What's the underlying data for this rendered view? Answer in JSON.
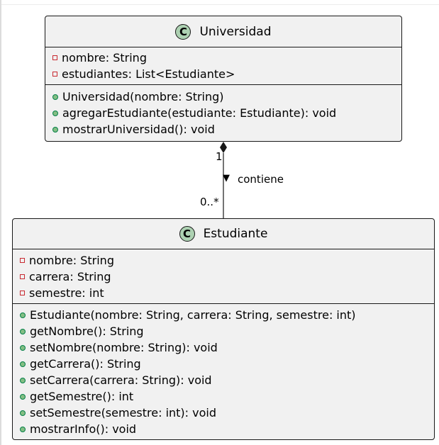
{
  "diagram": {
    "classes": [
      {
        "id": "universidad",
        "icon": "C",
        "name": "Universidad",
        "attributes": [
          {
            "visibility": "private",
            "text": "nombre: String"
          },
          {
            "visibility": "private",
            "text": "estudiantes: List<Estudiante>"
          }
        ],
        "methods": [
          {
            "visibility": "public",
            "text": "Universidad(nombre: String)"
          },
          {
            "visibility": "public",
            "text": "agregarEstudiante(estudiante: Estudiante): void"
          },
          {
            "visibility": "public",
            "text": "mostrarUniversidad(): void"
          }
        ]
      },
      {
        "id": "estudiante",
        "icon": "C",
        "name": "Estudiante",
        "attributes": [
          {
            "visibility": "private",
            "text": "nombre: String"
          },
          {
            "visibility": "private",
            "text": "carrera: String"
          },
          {
            "visibility": "private",
            "text": "semestre: int"
          }
        ],
        "methods": [
          {
            "visibility": "public",
            "text": "Estudiante(nombre: String, carrera: String, semestre: int)"
          },
          {
            "visibility": "public",
            "text": "getNombre(): String"
          },
          {
            "visibility": "public",
            "text": "setNombre(nombre: String): void"
          },
          {
            "visibility": "public",
            "text": "getCarrera(): String"
          },
          {
            "visibility": "public",
            "text": "setCarrera(carrera: String): void"
          },
          {
            "visibility": "public",
            "text": "getSemestre(): int"
          },
          {
            "visibility": "public",
            "text": "setSemestre(semestre: int): void"
          },
          {
            "visibility": "public",
            "text": "mostrarInfo(): void"
          }
        ]
      }
    ],
    "relationship": {
      "type": "composition",
      "from": "Universidad",
      "to": "Estudiante",
      "label": "contiene",
      "direction_arrow": "▼",
      "source_multiplicity": "1",
      "target_multiplicity": "0..*"
    }
  }
}
